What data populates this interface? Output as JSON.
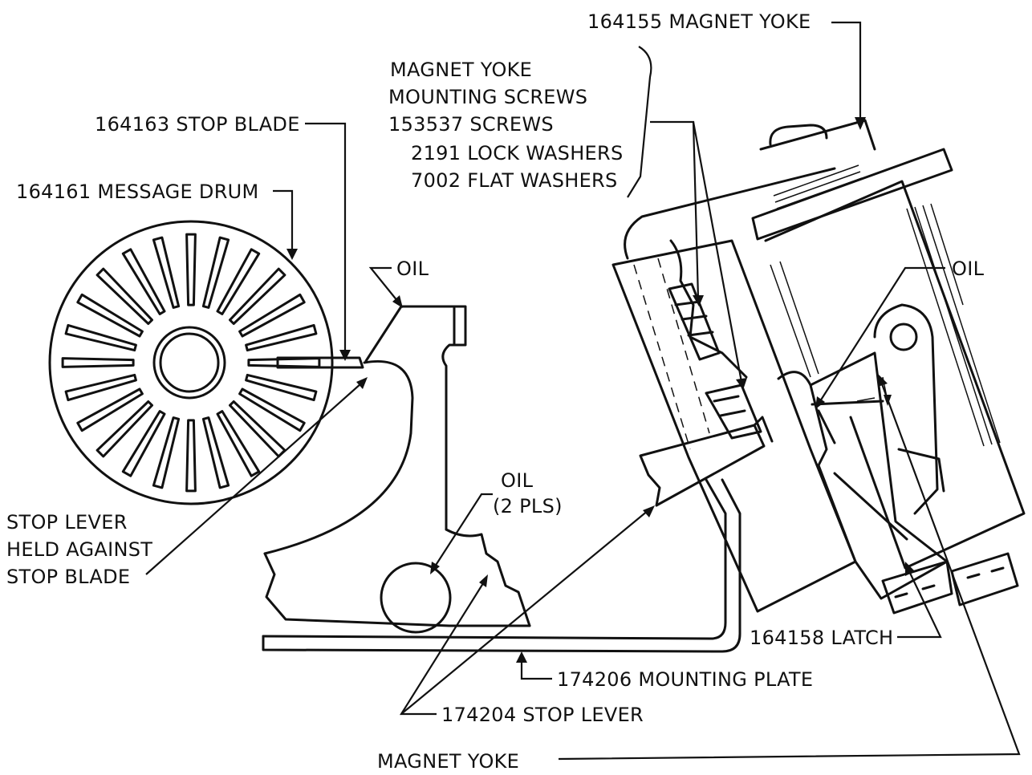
{
  "labels": {
    "magnet_yoke_top": "164155 MAGNET YOKE",
    "yoke_screws_l1": "MAGNET YOKE",
    "yoke_screws_l2": "MOUNTING SCREWS",
    "screws": "153537 SCREWS",
    "lock_washers": "2191 LOCK WASHERS",
    "flat_washers": "7002 FLAT WASHERS",
    "stop_blade": "164163 STOP BLADE",
    "message_drum": "164161 MESSAGE DRUM",
    "oil_center": "OIL",
    "oil_right": "OIL",
    "oil_2pls_l1": "OIL",
    "oil_2pls_l2": "(2 PLS)",
    "stop_lever_held_l1": "STOP LEVER",
    "stop_lever_held_l2": "HELD AGAINST",
    "stop_lever_held_l3": "STOP BLADE",
    "latch": "164158 LATCH",
    "mounting_plate": "174206 MOUNTING PLATE",
    "stop_lever": "174204 STOP LEVER",
    "magnet_yoke_bottom": "MAGNET YOKE"
  }
}
